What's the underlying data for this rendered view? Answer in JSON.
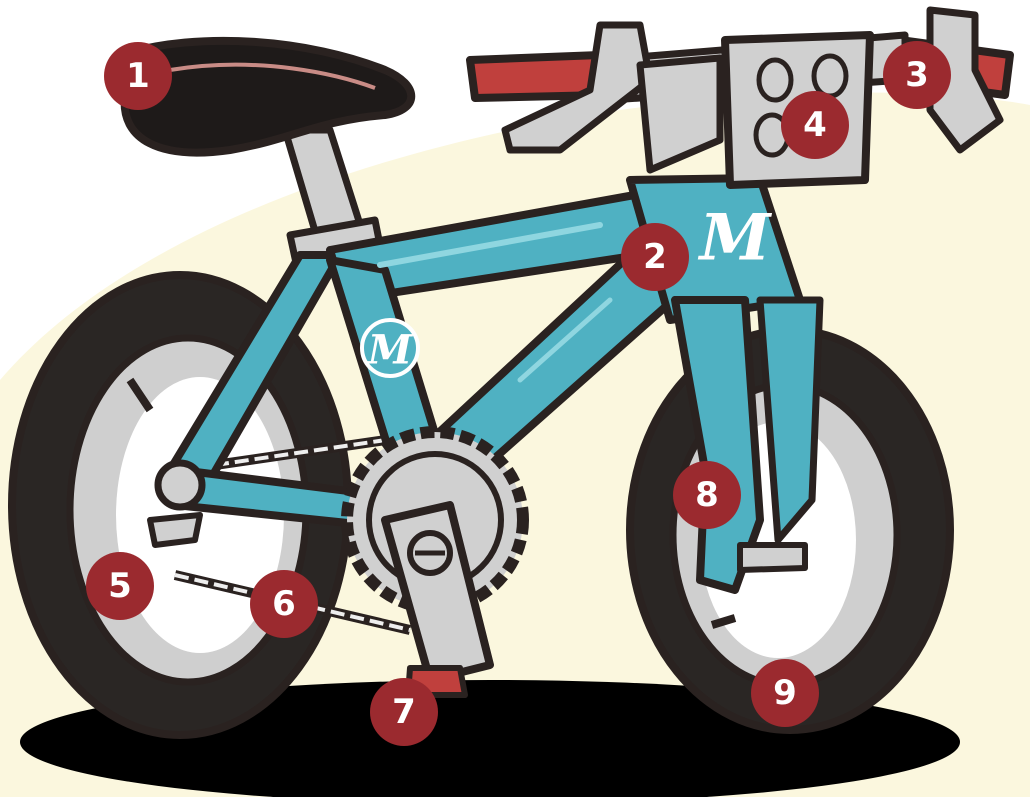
{
  "illustration": {
    "subject": "cartoon-bicycle",
    "colors": {
      "background_blob": "#fbf7de",
      "ground_shadow": "#000000",
      "frame": "#4fb1c2",
      "frame_highlight": "#8fd6e0",
      "tire": "#2a2624",
      "rim": "#cfcfcf",
      "outline": "#2a2220",
      "grip": "#c0403d",
      "marker": "#9b2a2f",
      "marker_text": "#ffffff",
      "saddle": "#1e1a19",
      "metal": "#d0d0d0"
    },
    "frame_logo": "M",
    "markers": [
      "1",
      "2",
      "3",
      "4",
      "5",
      "6",
      "7",
      "8",
      "9"
    ]
  }
}
